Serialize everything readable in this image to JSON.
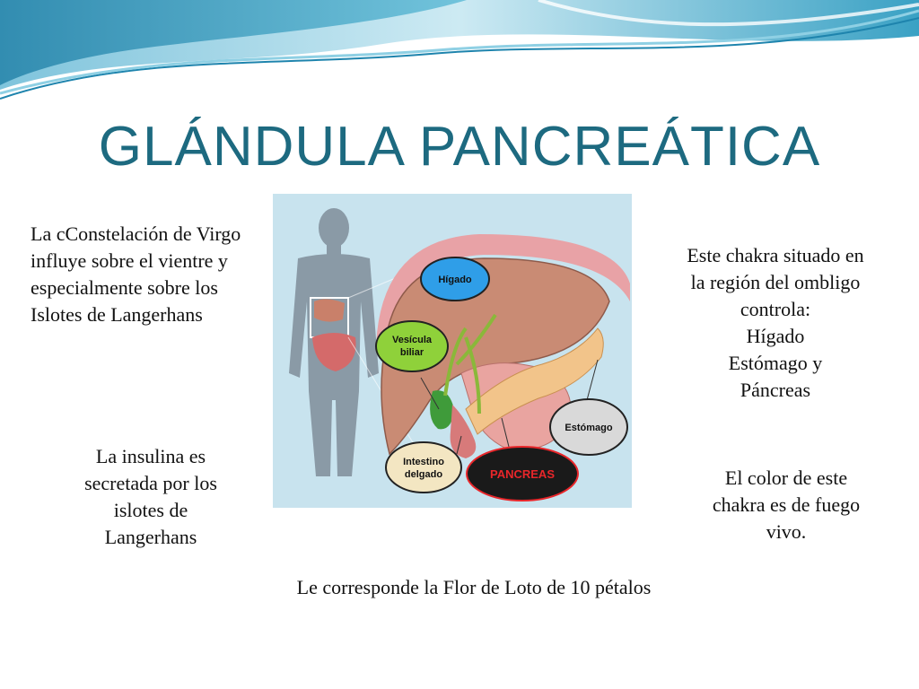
{
  "title": "GLÁNDULA PANCREÁTICA",
  "left_top_text": "La cConstelación de Virgo influye sobre el vientre y especialmente sobre los Islotes de Langerhans",
  "left_bottom_lines": [
    "La insulina es",
    "secretada por los",
    "islotes de",
    "Langerhans"
  ],
  "right_top_lines": [
    "Este chakra situado en",
    "la región del ombligo",
    "controla:",
    "Hígado",
    "Estómago y",
    "Páncreas"
  ],
  "right_bottom_lines": [
    "El color de este",
    "chakra es de fuego",
    "vivo."
  ],
  "bottom_text": "Le corresponde la Flor de Loto de 10 pétalos",
  "illustration": {
    "labels": {
      "higado": "Hígado",
      "vesicula_1": "Vesícula",
      "vesicula_2": "biliar",
      "estomago": "Estómago",
      "intestino_1": "Intestino",
      "intestino_2": "delgado",
      "pancreas": "PANCREAS"
    }
  },
  "colors": {
    "title": "#1d6a80",
    "wave_dark": "#2a8fb5",
    "wave_light": "#9fd6e6",
    "illustration_bg": "#c8e3ee",
    "liver": "#c98b74",
    "pancreas": "#f2c48a",
    "pancreas_label_bg": "#e8262a"
  }
}
